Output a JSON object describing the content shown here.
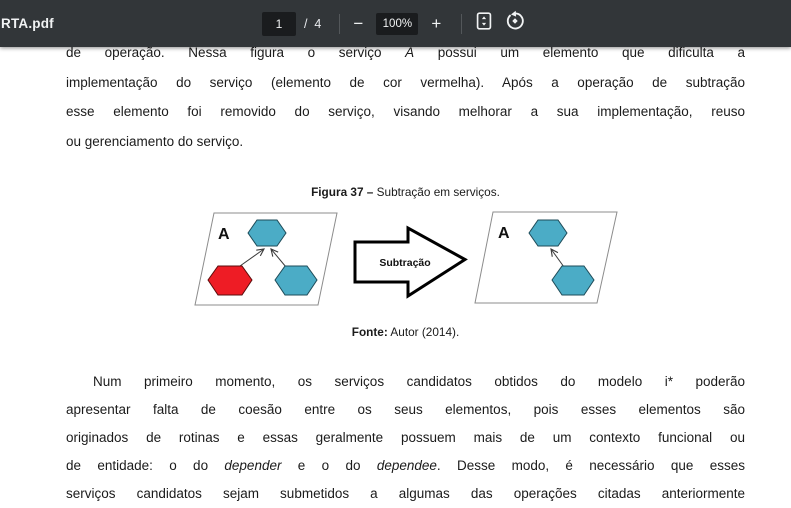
{
  "toolbar": {
    "filename": "RTA.pdf",
    "page_current": "1",
    "page_count": "/  4",
    "zoom_out_glyph": "−",
    "zoom_level": "100%",
    "zoom_in_glyph": "+",
    "icons": {
      "fit_page": "fit-to-page-icon",
      "rotate": "rotate-counterclockwise-icon"
    },
    "colors": {
      "toolbar_bg": "#323639",
      "field_bg": "#1A1C1E",
      "toolbar_fg": "#F1F3F4"
    }
  },
  "document": {
    "p1": {
      "l1a": "de operação. Nessa figura o serviço ",
      "l1b": "A",
      "l1c": " possui um elemento que dificulta a",
      "l2": "implementação do serviço (elemento de cor vermelha). Após a operação de subtração",
      "l3": "esse elemento foi removido do serviço, visando melhorar a sua implementação, reuso",
      "l4": "ou gerenciamento do serviço."
    },
    "figure": {
      "caption_label": "Figura 37 –",
      "caption_text": " Subtração em serviços.",
      "service_label_left": "A",
      "service_label_right": "A",
      "arrow_label": "Subtração",
      "source_label": "Fonte:",
      "source_text": " Autor (2014).",
      "colors": {
        "element_normal": "#4BACC6",
        "element_problem": "#EE1C25",
        "panel_fill": "#FFFFFF",
        "arrow_stroke": "#000000"
      }
    },
    "p2": {
      "l1": "Num primeiro momento, os serviços candidatos obtidos do modelo i* poderão",
      "l2": "apresentar falta de coesão entre os seus elementos, pois esses elementos são",
      "l3": "originados de rotinas e essas geralmente possuem mais de um contexto funcional ou",
      "l4a": "de entidade: o do ",
      "l4b": "depender",
      "l4c": " e o do ",
      "l4d": "dependee",
      "l4e": ". Desse modo, é necessário que esses",
      "l5": "serviços candidatos sejam submetidos a algumas das operações citadas anteriormente"
    }
  }
}
